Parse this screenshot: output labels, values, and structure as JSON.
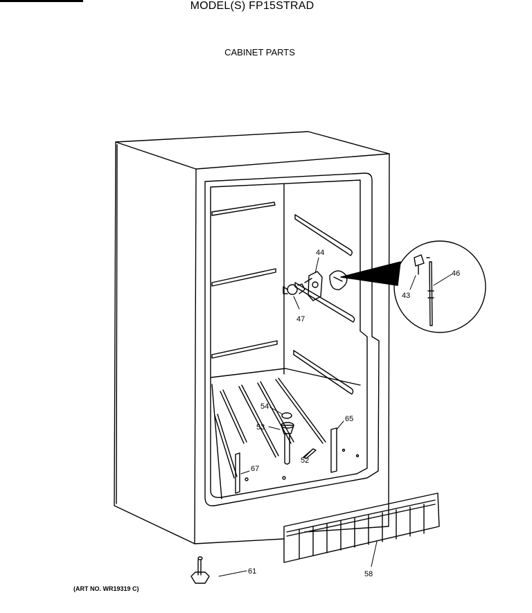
{
  "header": {
    "title": "MODEL(S) FP15STRAD",
    "subtitle": "CABINET PARTS"
  },
  "footer": {
    "art_number": "(ART NO. WR19319 C)"
  },
  "callouts": [
    {
      "id": "c44",
      "label": "44"
    },
    {
      "id": "c47",
      "label": "47"
    },
    {
      "id": "c46",
      "label": "46"
    },
    {
      "id": "c43",
      "label": "43"
    },
    {
      "id": "c54",
      "label": "54"
    },
    {
      "id": "c53",
      "label": "53"
    },
    {
      "id": "c65",
      "label": "65"
    },
    {
      "id": "c52",
      "label": "52"
    },
    {
      "id": "c67",
      "label": "67"
    },
    {
      "id": "c61",
      "label": "61"
    },
    {
      "id": "c58",
      "label": "58"
    }
  ]
}
